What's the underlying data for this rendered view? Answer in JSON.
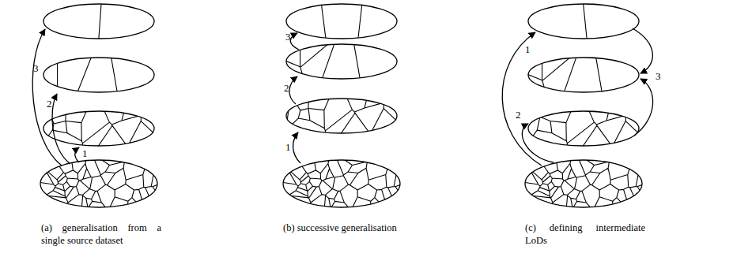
{
  "diagram": {
    "labels": [
      "3",
      "2",
      "1",
      "(a) generalisation from a single source dataset",
      "3",
      "2",
      "1",
      "(b) successive generalisation",
      "1",
      "2",
      "3",
      "(c) defining intermediate LoDs"
    ]
  }
}
